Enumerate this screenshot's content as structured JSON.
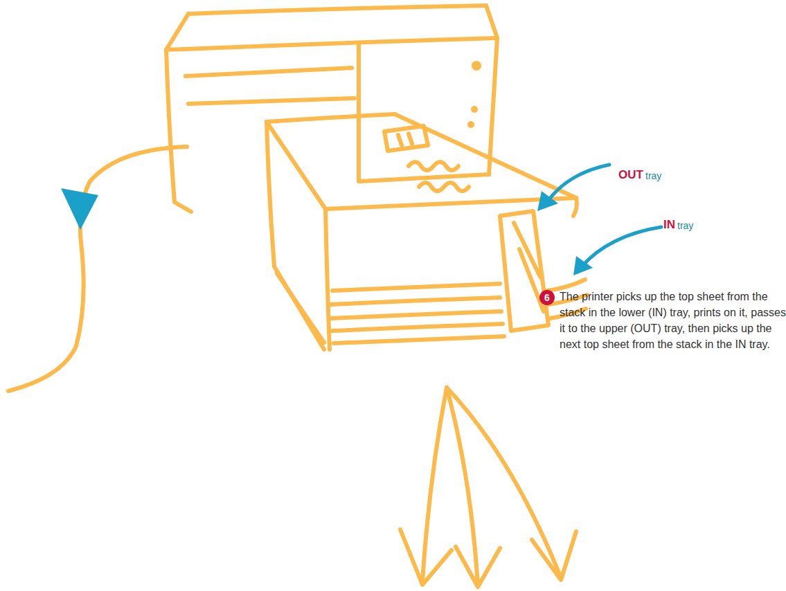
{
  "diagram": {
    "labels": [
      "OUT",
      "tray",
      "IN",
      "tray",
      "6",
      "The printer picks up the top sheet from the stack in the lower (IN) tray, prints on it, passes it to the upper (OUT) tray, then picks up the next top sheet from the stack in the IN tray."
    ]
  }
}
